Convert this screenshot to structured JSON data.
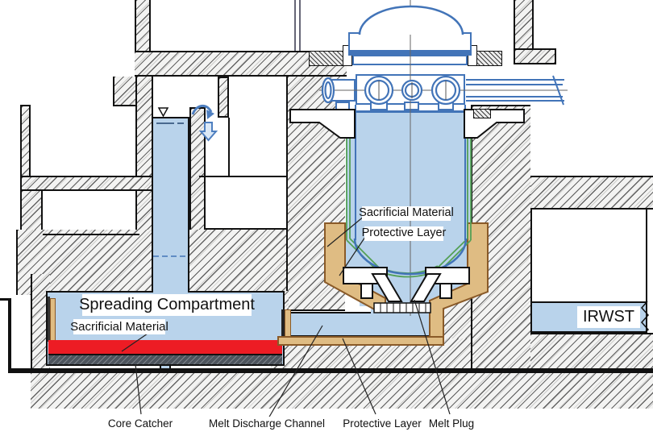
{
  "diagram": {
    "labels": {
      "spreading_compartment": "Spreading Compartment",
      "sacrificial_material_compartment": "Sacrificial Material",
      "sacrificial_material_pit": "Sacrificial Material",
      "protective_layer_pit": "Protective Layer",
      "irwst": "IRWST",
      "core_catcher": "Core Catcher",
      "melt_discharge_channel": "Melt Discharge Channel",
      "protective_layer_channel": "Protective Layer",
      "melt_plug": "Melt Plug"
    },
    "icons": {
      "water_level_marker": "inverted-triangle",
      "overflow_arrow": "curved-right-arrow",
      "flow_arrow": "down-block-arrow"
    },
    "colors": {
      "water_and_vessel_fill": "#b9d3eb",
      "vessel_outline": "#4274b8",
      "sacrificial_concrete": "#dfbc83",
      "protective_layer_line": "#53a055",
      "core_melt_red": "#ed1c24",
      "core_catcher_steel": "#50565e",
      "concrete_hatch_bg": "#f3f3f2"
    }
  }
}
